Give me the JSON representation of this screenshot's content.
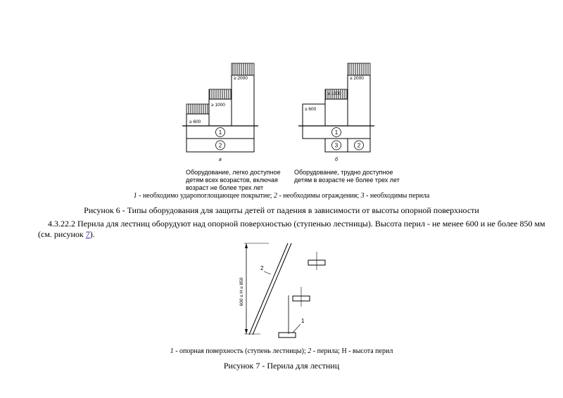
{
  "figure6": {
    "panel_a": {
      "labels": {
        "h600": "≥ 600",
        "h1000": "≥ 1000",
        "h2000": "≥ 2000",
        "c1": "1",
        "c2": "2"
      },
      "letter": "в",
      "note_lines": [
        "Оборудование, легко доступное",
        "детям всех возрастов, включая",
        "возраст не более трех лет"
      ]
    },
    "panel_b": {
      "labels": {
        "h600": "≥ 600",
        "h1000": "≥ 1000",
        "h2000": "≥ 2000",
        "c1": "1",
        "c3": "3",
        "c2": "2"
      },
      "letter": "б",
      "note_lines": [
        "Оборудование, трудно доступное",
        "детям в возрасте не более трех лет"
      ]
    },
    "legend": {
      "n1": "1",
      "t1": " - необходимо ударопоглощающее покрытие; ",
      "n2": "2",
      "t2": " - необходимы ограждения; ",
      "n3": "3",
      "t3": " - необходимы перила"
    },
    "title": "Рисунок 6 - Типы оборудования для защиты детей от падения в зависимости от высоты опорной поверхности"
  },
  "paragraph": {
    "line1": "4.3.22.2 Перила для лестниц оборудуют над опорной поверхностью (ступенью лестницы). Высота перил - не менее 600 и не более 850 мм",
    "line2_start": "(см. рисунок ",
    "link": "7",
    "line2_end": ")."
  },
  "figure7": {
    "dim_label": "600 ≤ H ≤ 850",
    "label_2": "2",
    "label_1": "1",
    "legend": {
      "n1": "1",
      "t1": " - опорная поверхность (ступень лестницы); ",
      "n2": "2",
      "t2": " - перила; Н - высота перил"
    },
    "title": "Рисунок 7 - Перила для лестниц"
  }
}
